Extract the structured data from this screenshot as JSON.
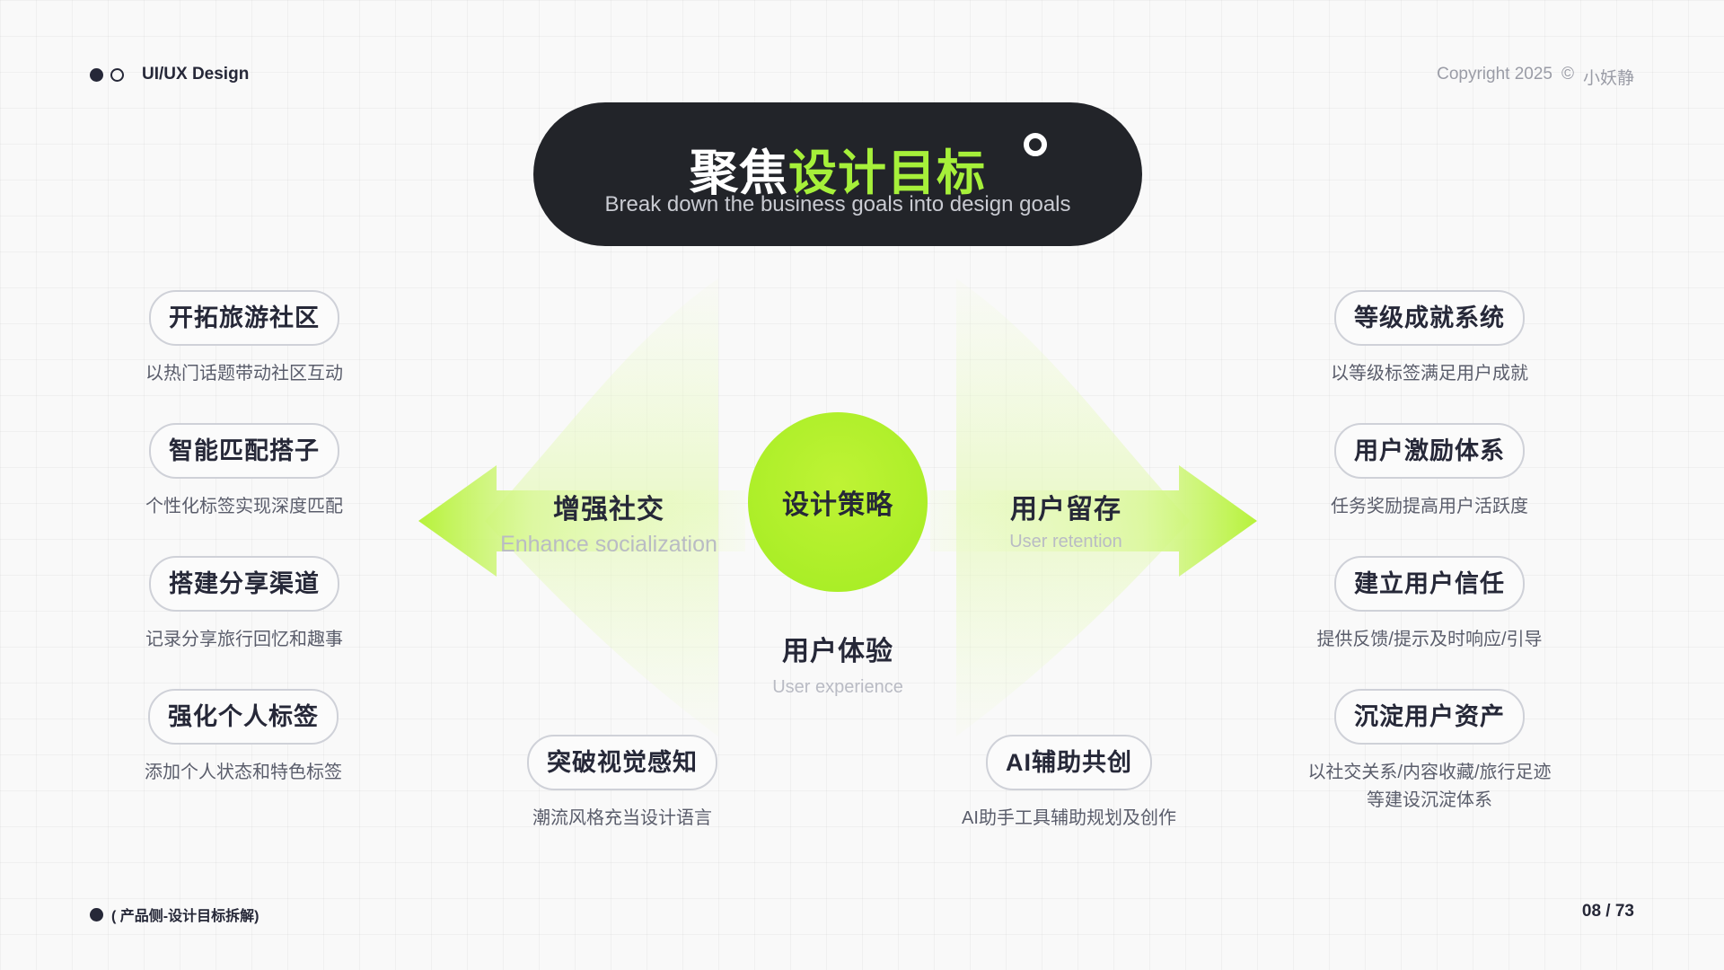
{
  "header": {
    "brand": "UI/UX Design",
    "copyright": "Copyright 2025",
    "copyright_symbol": "©",
    "author": "小妖静"
  },
  "title": {
    "main_white": "聚焦",
    "main_green": "设计目标",
    "subtitle": "Break down the business goals into design goals"
  },
  "center": {
    "core": "设计策略",
    "left": {
      "cn": "增强社交",
      "en": "Enhance socialization"
    },
    "right": {
      "cn": "用户留存",
      "en": "User retention"
    },
    "bottom": {
      "cn": "用户体验",
      "en": "User experience"
    }
  },
  "left_items": [
    {
      "title": "开拓旅游社区",
      "desc": "以热门话题带动社区互动"
    },
    {
      "title": "智能匹配搭子",
      "desc": "个性化标签实现深度匹配"
    },
    {
      "title": "搭建分享渠道",
      "desc": "记录分享旅行回忆和趣事"
    },
    {
      "title": "强化个人标签",
      "desc": "添加个人状态和特色标签"
    }
  ],
  "right_items": [
    {
      "title": "等级成就系统",
      "desc": "以等级标签满足用户成就"
    },
    {
      "title": "用户激励体系",
      "desc": "任务奖励提高用户活跃度"
    },
    {
      "title": "建立用户信任",
      "desc": "提供反馈/提示及时响应/引导"
    },
    {
      "title": "沉淀用户资产",
      "desc": "以社交关系/内容收藏/旅行足迹等建设沉淀体系"
    }
  ],
  "bottom_items": [
    {
      "title": "突破视觉感知",
      "desc": "潮流风格充当设计语言"
    },
    {
      "title": "AI辅助共创",
      "desc": "AI助手工具辅助规划及创作"
    }
  ],
  "footer": {
    "section": "( 产品侧-设计目标拆解)",
    "page": "08 / 73"
  },
  "colors": {
    "accent": "#a6f03a",
    "dark": "#222429",
    "text": "#262838"
  }
}
